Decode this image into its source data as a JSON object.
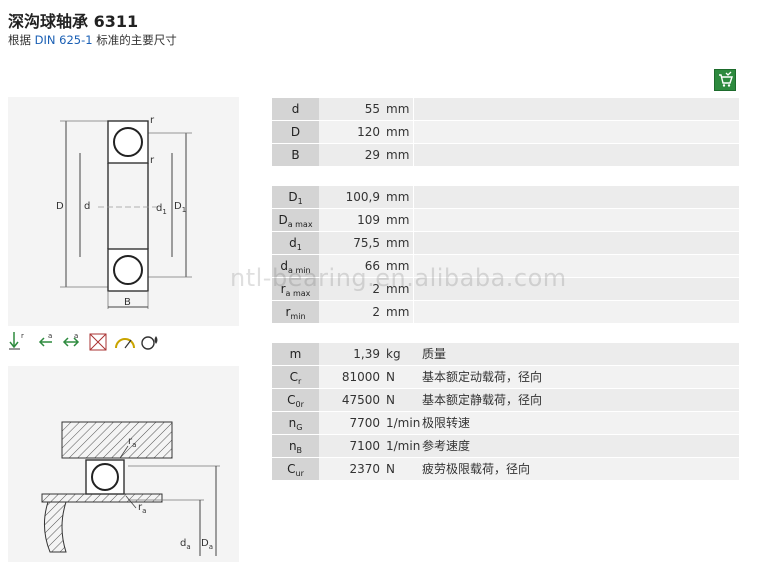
{
  "header": {
    "title": "深沟球轴承 6311",
    "subtitle_prefix": "根据 ",
    "subtitle_standard": "DIN 625-1",
    "subtitle_suffix": " 标准的主要尺寸"
  },
  "drawing_top": {
    "label_D": "D",
    "label_d": "d",
    "label_d1": "d",
    "label_d1_sub": "1",
    "label_D1": "D",
    "label_D1_sub": "1",
    "label_r_top": "r",
    "label_r_mid": "r",
    "label_B": "B"
  },
  "icon_strip": {
    "icon1_sub": "r",
    "icon2_sub": "a",
    "icon3_sub": "a"
  },
  "drawing_bottom": {
    "label_ra_top": "r",
    "label_ra_top_sub": "a",
    "label_ra_bottom": "r",
    "label_ra_bottom_sub": "a",
    "label_da": "d",
    "label_da_sub": "a",
    "label_Da": "D",
    "label_Da_sub": "a"
  },
  "table1": [
    {
      "label": "d",
      "sub": "",
      "value": "55",
      "unit": "mm"
    },
    {
      "label": "D",
      "sub": "",
      "value": "120",
      "unit": "mm"
    },
    {
      "label": "B",
      "sub": "",
      "value": "29",
      "unit": "mm"
    }
  ],
  "table2": [
    {
      "label": "D",
      "sub": "1",
      "value": "100,9",
      "unit": "mm"
    },
    {
      "label": "D",
      "sub": "a max",
      "value": "109",
      "unit": "mm"
    },
    {
      "label": "d",
      "sub": "1",
      "value": "75,5",
      "unit": "mm"
    },
    {
      "label": "d",
      "sub": "a min",
      "value": "66",
      "unit": "mm"
    },
    {
      "label": "r",
      "sub": "a max",
      "value": "2",
      "unit": "mm"
    },
    {
      "label": "r",
      "sub": "min",
      "value": "2",
      "unit": "mm"
    }
  ],
  "table3": [
    {
      "label": "m",
      "sub": "",
      "value": "1,39",
      "unit": "kg",
      "desc": "质量"
    },
    {
      "label": "C",
      "sub": "r",
      "value": "81000",
      "unit": "N",
      "desc": "基本额定动载荷，径向"
    },
    {
      "label": "C",
      "sub": "0r",
      "value": "47500",
      "unit": "N",
      "desc": "基本额定静载荷，径向"
    },
    {
      "label": "n",
      "sub": "G",
      "value": "7700",
      "unit": "1/min",
      "desc": "极限转速"
    },
    {
      "label": "n",
      "sub": "B",
      "value": "7100",
      "unit": "1/min",
      "desc": "参考速度"
    },
    {
      "label": "C",
      "sub": "ur",
      "value": "2370",
      "unit": "N",
      "desc": "疲劳极限载荷，径向"
    }
  ],
  "watermark": "ntl-bearing.en.alibaba.com",
  "colors": {
    "cart_icon": "#2d8a3e",
    "label_cell": "#d4d4d4",
    "row_bg": "#ececec",
    "link": "#1a5fb4"
  }
}
